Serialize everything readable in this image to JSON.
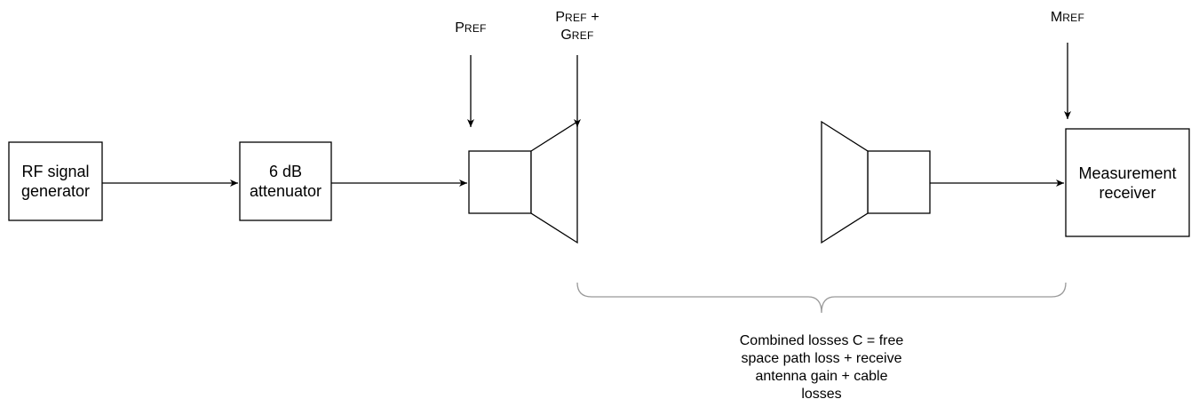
{
  "blocks": {
    "rf_generator": {
      "line1": "RF signal",
      "line2": "generator"
    },
    "attenuator": {
      "line1": "6 dB",
      "line2": "attenuator"
    },
    "receiver": {
      "line1": "Measurement",
      "line2": "receiver"
    }
  },
  "labels": {
    "p_ref": {
      "main": "P",
      "sub": "REF"
    },
    "p_ref_g_ref": {
      "main1": "P",
      "sub1": "REF",
      "suffix1": " +",
      "main2": "G",
      "sub2": "REF"
    },
    "m_ref": {
      "main": "M",
      "sub": "REF"
    }
  },
  "brace_note": {
    "line1": "Combined losses C = free",
    "line2": "space path loss + receive",
    "line3": "antenna gain + cable",
    "line4": "losses"
  },
  "colors": {
    "stroke": "#000000",
    "brace": "#999999"
  }
}
